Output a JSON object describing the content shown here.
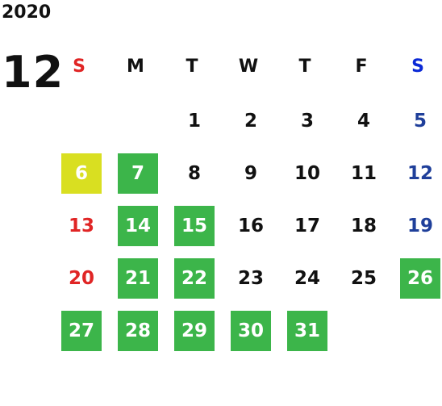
{
  "calendar": {
    "year": "2020",
    "month": "12",
    "weekdays": [
      {
        "label": "S",
        "color": "#e02525"
      },
      {
        "label": "M",
        "color": "#111111"
      },
      {
        "label": "T",
        "color": "#111111"
      },
      {
        "label": "W",
        "color": "#111111"
      },
      {
        "label": "T",
        "color": "#111111"
      },
      {
        "label": "F",
        "color": "#111111"
      },
      {
        "label": "S",
        "color": "#0b29d6"
      }
    ],
    "weeks": [
      [
        null,
        null,
        {
          "day": "1"
        },
        {
          "day": "2"
        },
        {
          "day": "3"
        },
        {
          "day": "4"
        },
        {
          "day": "5"
        }
      ],
      [
        {
          "day": "6",
          "status": "today"
        },
        {
          "day": "7",
          "status": "holiday"
        },
        {
          "day": "8"
        },
        {
          "day": "9"
        },
        {
          "day": "10"
        },
        {
          "day": "11"
        },
        {
          "day": "12"
        }
      ],
      [
        {
          "day": "13"
        },
        {
          "day": "14",
          "status": "holiday"
        },
        {
          "day": "15",
          "status": "holiday"
        },
        {
          "day": "16"
        },
        {
          "day": "17"
        },
        {
          "day": "18"
        },
        {
          "day": "19"
        }
      ],
      [
        {
          "day": "20"
        },
        {
          "day": "21",
          "status": "holiday"
        },
        {
          "day": "22",
          "status": "holiday"
        },
        {
          "day": "23"
        },
        {
          "day": "24"
        },
        {
          "day": "25"
        },
        {
          "day": "26",
          "status": "holiday"
        }
      ],
      [
        {
          "day": "27",
          "status": "holiday"
        },
        {
          "day": "28",
          "status": "holiday"
        },
        {
          "day": "29",
          "status": "holiday"
        },
        {
          "day": "30",
          "status": "holiday"
        },
        {
          "day": "31",
          "status": "holiday"
        },
        null,
        null
      ]
    ],
    "colors": {
      "holiday": "#3cb54a",
      "today": "#d9df21",
      "sunday": "#e02525",
      "saturday": "#1f3f9a"
    }
  }
}
